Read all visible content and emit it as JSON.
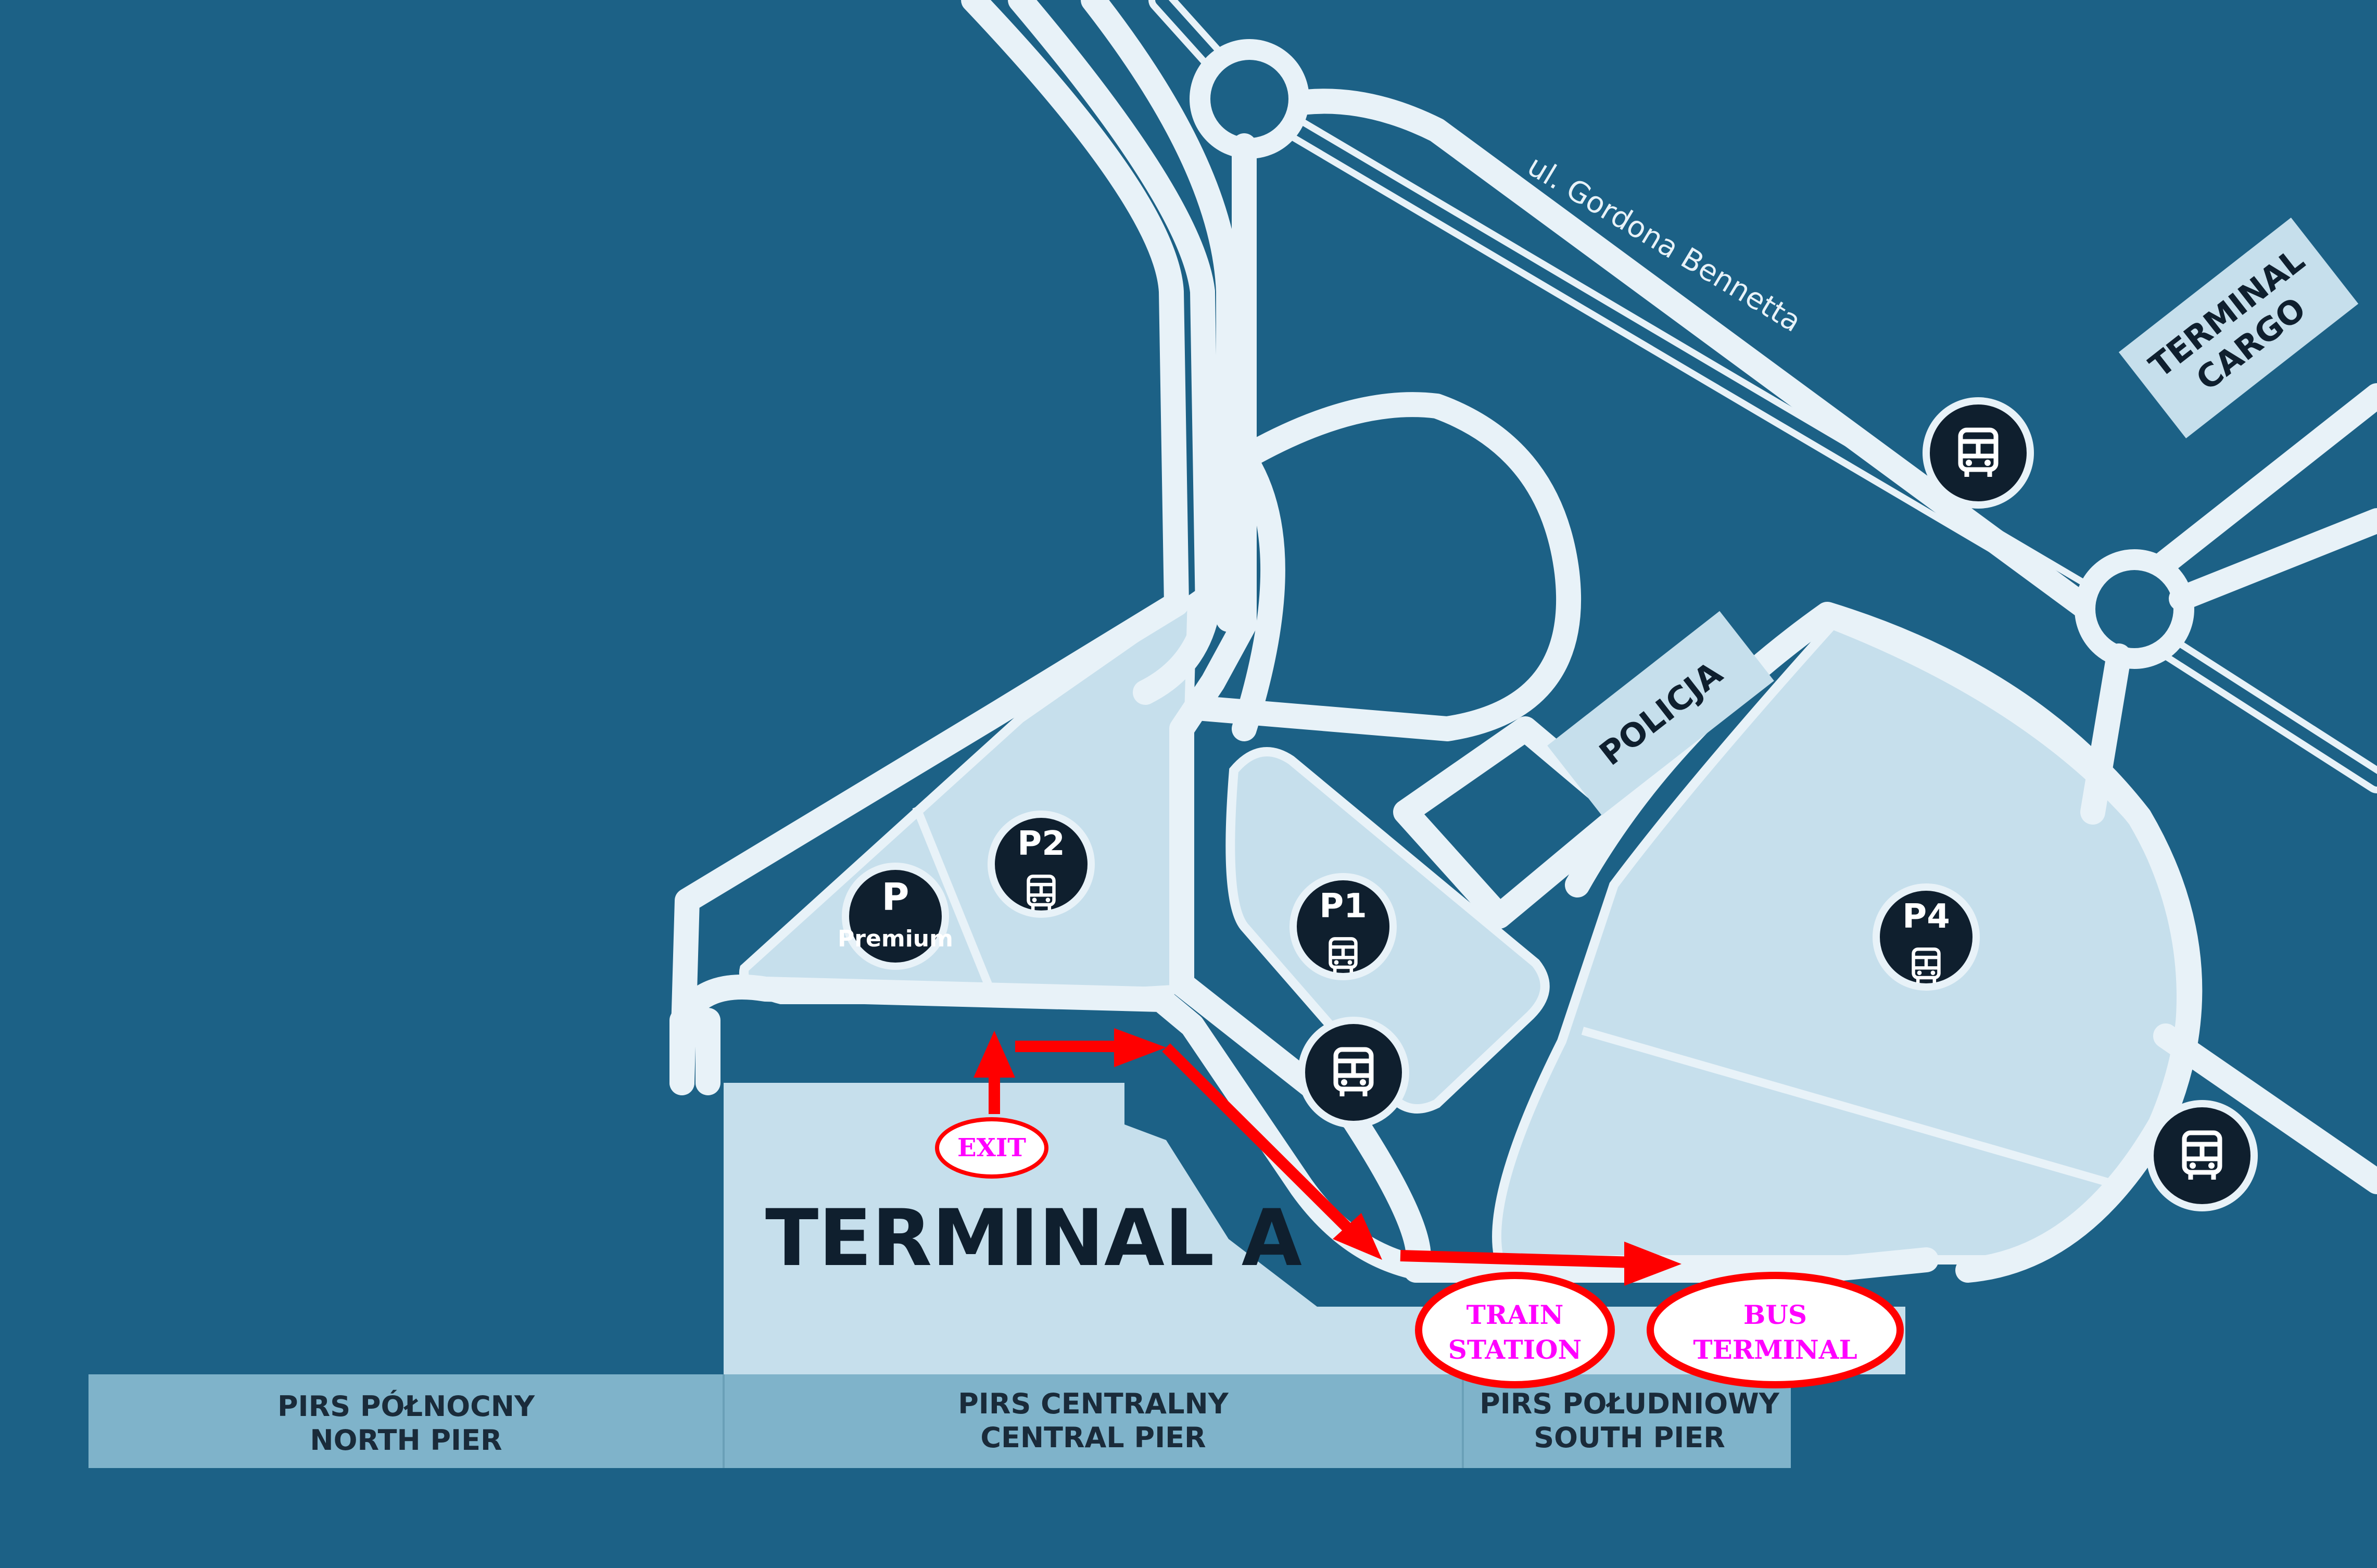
{
  "colors": {
    "water": "#1c6186",
    "road": "#e8f2f8",
    "lot": "#c6dfec",
    "badge": "#0f1f2e",
    "pier": "#7fb3ca",
    "annotation_red": "#ff0000",
    "annotation_text": "#ff00ff"
  },
  "street_label": "ul. Gordona Bennetta",
  "buildings": {
    "terminal_cargo_line1": "TERMINAL",
    "terminal_cargo_line2": "CARGO",
    "policja": "POLICJA",
    "terminal_a": "TERMINAL A"
  },
  "parking": {
    "p_premium_letter": "P",
    "p_premium_word": "Premium",
    "p1": "P1",
    "p2": "P2",
    "p4": "P4"
  },
  "icons": {
    "bus": "bus-icon",
    "parking": "parking-icon"
  },
  "piers": {
    "north_pl": "PIRS PÓŁNOCNY",
    "north_en": "NORTH PIER",
    "central_pl": "PIRS CENTRALNY",
    "central_en": "CENTRAL PIER",
    "south_pl": "PIRS POŁUDNIOWY",
    "south_en": "SOUTH PIER"
  },
  "annotations": {
    "exit": "EXIT",
    "train_line1": "TRAIN",
    "train_line2": "STATION",
    "bus_line1": "BUS",
    "bus_line2": "TERMINAL"
  }
}
